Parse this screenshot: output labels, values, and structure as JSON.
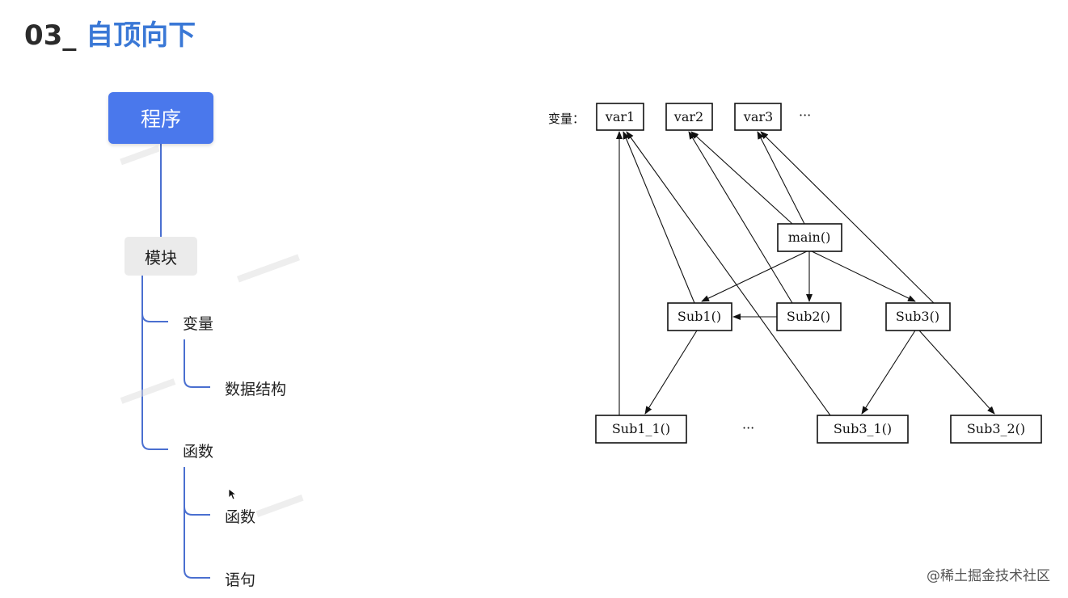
{
  "title": {
    "number": "03_",
    "text": "自顶向下"
  },
  "tree": {
    "root": "程序",
    "module": "模块",
    "items": [
      "变量",
      "数据结构",
      "函数",
      "函数",
      "语句"
    ]
  },
  "flow": {
    "var_prefix": "变量：",
    "vars": [
      "var1",
      "var2",
      "var3"
    ],
    "var_ellipsis": "···",
    "main": "main()",
    "subs": [
      "Sub1()",
      "Sub2()",
      "Sub3()"
    ],
    "leaves": [
      "Sub1_1()",
      "Sub3_1()",
      "Sub3_2()"
    ],
    "leaf_ellipsis": "···"
  },
  "credit": "@稀土掘金技术社区",
  "icons": {
    "cursor": "mouse-pointer-icon"
  },
  "colors": {
    "title_accent": "#3a78d6",
    "root_box": "#4a78ec",
    "tree_line": "#4a6fd0"
  }
}
